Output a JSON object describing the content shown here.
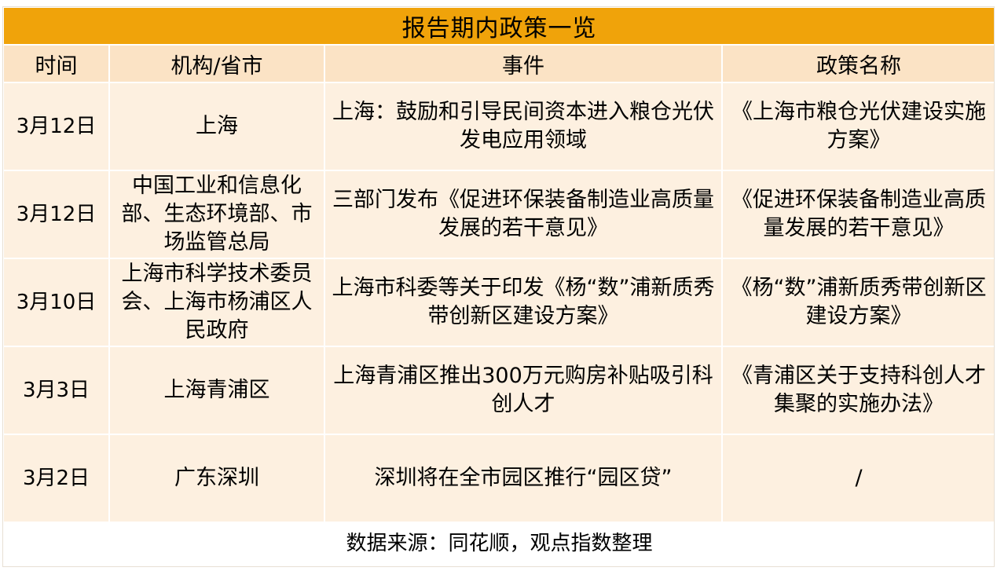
{
  "table": {
    "title": "报告期内政策一览",
    "headers": {
      "time": "时间",
      "org": "机构/省市",
      "event": "事件",
      "policy": "政策名称"
    },
    "rows": [
      {
        "time": "3月12日",
        "org": "上海",
        "event": "上海：鼓励和引导民间资本进入粮仓光伏发电应用领域",
        "policy": "《上海市粮仓光伏建设实施方案》"
      },
      {
        "time": "3月12日",
        "org": "中国工业和信息化部、生态环境部、市场监管总局",
        "event": "三部门发布《促进环保装备制造业高质量发展的若干意见》",
        "policy": "《促进环保装备制造业高质量发展的若干意见》"
      },
      {
        "time": "3月10日",
        "org": "上海市科学技术委员会、上海市杨浦区人民政府",
        "event": "上海市科委等关于印发《杨“数”浦新质秀带创新区建设方案》",
        "policy": "《杨“数”浦新质秀带创新区建设方案》"
      },
      {
        "time": "3月3日",
        "org": "上海青浦区",
        "event": "上海青浦区推出300万元购房补贴吸引科创人才",
        "policy": "《青浦区关于支持科创人才集聚的实施办法》"
      },
      {
        "time": "3月2日",
        "org": "广东深圳",
        "event": "深圳将在全市园区推行“园区贷”",
        "policy": "/"
      }
    ],
    "source": "数据来源：同花顺，观点指数整理"
  },
  "colors": {
    "title_bg": "#f0a30a",
    "header_bg": "#fbe3c5",
    "row_bg": "#fdf0e0"
  }
}
